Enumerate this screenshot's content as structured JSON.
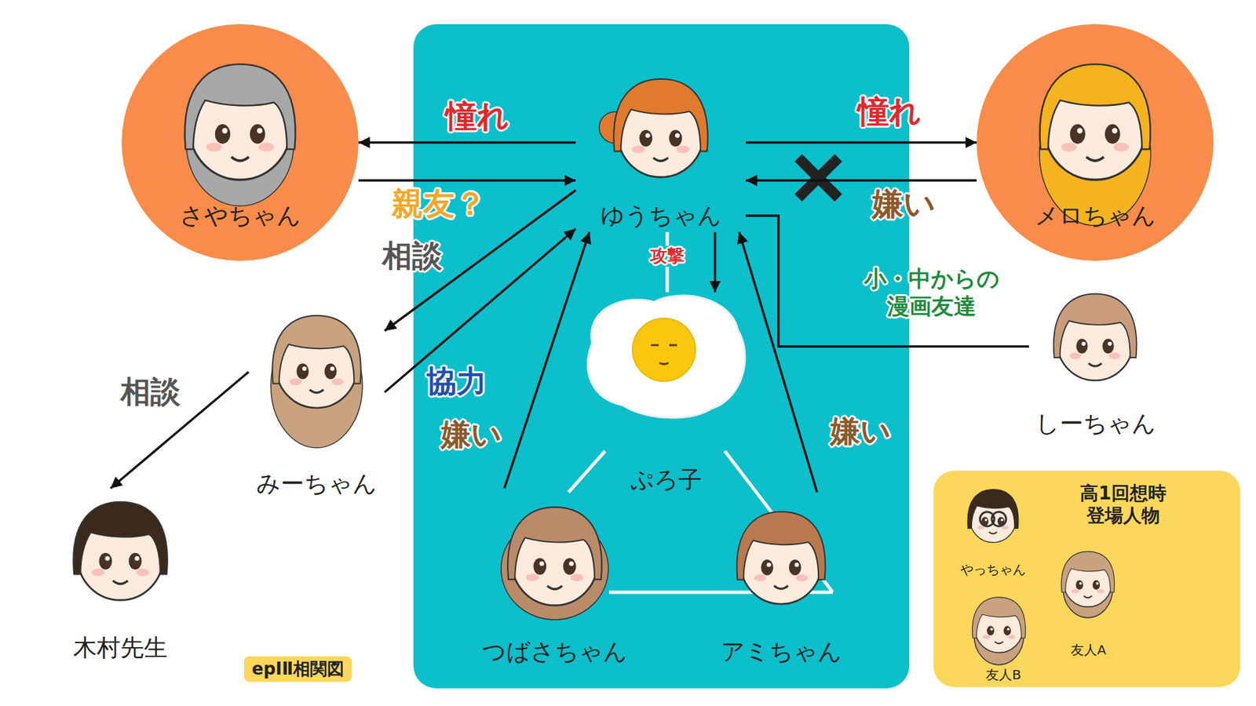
{
  "diagram": {
    "nodes": [
      {
        "text": [
          "さやちゃん"
        ]
      },
      {
        "text": [
          "ゆうちゃん"
        ]
      },
      {
        "text": [
          "メロちゃん"
        ]
      },
      {
        "text": [
          "みーちゃん"
        ]
      },
      {
        "text": [
          "木村先生"
        ]
      },
      {
        "text": [
          "しーちゃん"
        ]
      },
      {
        "text": [
          "ぷろ子"
        ]
      },
      {
        "text": [
          "つばさちゃん"
        ]
      },
      {
        "text": [
          "アミちゃん"
        ]
      },
      {
        "text": [
          "高1回想時 登場人物"
        ]
      },
      {
        "text": [
          "やっちゃん"
        ],
        "in": 9
      },
      {
        "text": [
          "友人A"
        ],
        "in": 9
      },
      {
        "text": [
          "友人B"
        ],
        "in": 9
      }
    ],
    "edges": [
      {
        "from": 1,
        "to": 0,
        "label": "憧れ",
        "arrow": "to"
      },
      {
        "from": 0,
        "to": 1,
        "label": "親友？",
        "arrow": "to"
      },
      {
        "from": 1,
        "to": 2,
        "label": "憧れ",
        "arrow": "to"
      },
      {
        "from": 2,
        "to": 1,
        "label": "嫌い",
        "arrow": "to"
      },
      {
        "from": 1,
        "to": 3,
        "label": "相談",
        "arrow": "to"
      },
      {
        "from": 3,
        "to": 1,
        "label": "協力",
        "arrow": "to"
      },
      {
        "from": 3,
        "to": 4,
        "label": "相談",
        "arrow": "to"
      },
      {
        "from": 1,
        "to": 6,
        "label": "攻撃",
        "arrow": "to"
      },
      {
        "from": 7,
        "to": 1,
        "label": "嫌い",
        "arrow": "to"
      },
      {
        "from": 8,
        "to": 1,
        "label": "嫌い",
        "arrow": "to"
      },
      {
        "from": 5,
        "to": 1,
        "label": "小・中からの 漫画友達",
        "arrow": "none"
      }
    ],
    "labels": [
      "epⅠⅡ相関図"
    ]
  }
}
